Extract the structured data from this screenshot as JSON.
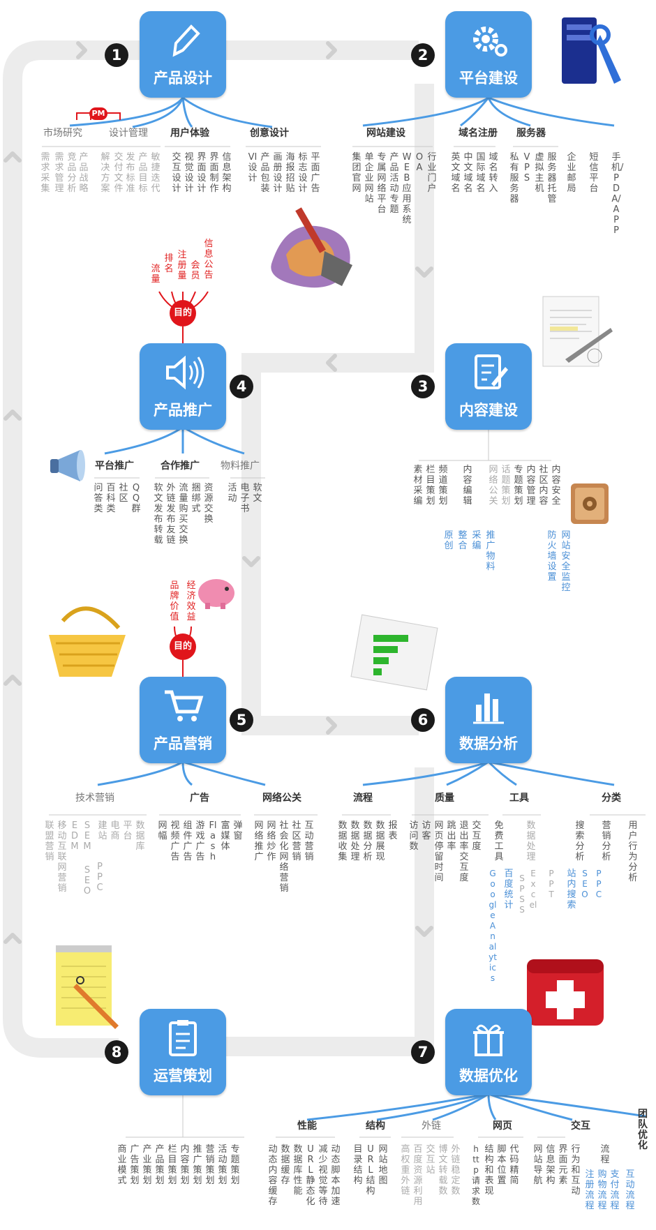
{
  "steps": [
    {
      "num": "1",
      "title": "产品设计"
    },
    {
      "num": "2",
      "title": "平台建设"
    },
    {
      "num": "3",
      "title": "内容建设"
    },
    {
      "num": "4",
      "title": "产品推广"
    },
    {
      "num": "5",
      "title": "产品营销"
    },
    {
      "num": "6",
      "title": "数据分析"
    },
    {
      "num": "7",
      "title": "数据优化"
    },
    {
      "num": "8",
      "title": "运营策划"
    }
  ],
  "goal_label": "目的",
  "pm_label": "PM",
  "s1": {
    "nodes": [
      "市场研究",
      "设计管理",
      "用户体验",
      "创意设计"
    ],
    "leaves": [
      "需求采集",
      "需求管理",
      "竞品分析",
      "产品战略",
      "解决方案",
      "交付文件",
      "发布标准",
      "产品目标",
      "敏捷迭代",
      "交互设计",
      "视觉设计",
      "界面设计",
      "界面制作",
      "信息架构",
      "VI设计",
      "产品包装",
      "画册设计",
      "海报招贴",
      "标志设计",
      "平面广告"
    ]
  },
  "s2": {
    "nodes": [
      "网站建设",
      "域名注册",
      "服务器"
    ],
    "leaves": [
      "集团官网",
      "单企业网站",
      "专属网络平台",
      "产品活动专题",
      "WEB应用系统",
      "OA",
      "行业门户",
      "英文域名",
      "中文域名",
      "国际域名",
      "域名转入",
      "私有服务器",
      "VPS",
      "虚拟主机",
      "服务器托管",
      "企业邮局",
      "短信平台",
      "手机/PDA/APP"
    ]
  },
  "s3": {
    "leaves": [
      "素材采编",
      "栏目策划",
      "频道策划",
      "内容编辑",
      "网络公关",
      "话题策划",
      "专题策划",
      "内容管理",
      "社区内容",
      "内容安全"
    ],
    "sub1": [
      "原创",
      "整合",
      "采编",
      "推广物料"
    ],
    "sub2": [
      "防火墙设置",
      "网站安全监控"
    ]
  },
  "s4": {
    "goals": [
      "流量",
      "排名",
      "注册量",
      "会员",
      "信息公告"
    ],
    "nodes": [
      "平台推广",
      "合作推广",
      "物料推广"
    ],
    "leaves": [
      "问答类",
      "百科类",
      "社区",
      "QQ群",
      "软文发布转载",
      "外链发布友链",
      "流量购买交换",
      "捆绑式",
      "资源交换",
      "活动",
      "电子书",
      "软文"
    ]
  },
  "s5": {
    "goals": [
      "品牌价值",
      "经济效益"
    ],
    "nodes": [
      "技术营销",
      "广告",
      "网络公关"
    ],
    "leaves": [
      "联盟营销",
      "移动互联网营销",
      "EDM",
      "SEM",
      "建站",
      "电商",
      "平台",
      "数据库",
      "网幅",
      "视频广告",
      "组件广告",
      "游戏广告",
      "Flash",
      "富媒体",
      "弹窗",
      "网络推广",
      "网络炒作",
      "社会化网络营销",
      "社区营销",
      "互动营销"
    ],
    "sem_sub": [
      "PPC",
      "SEO"
    ]
  },
  "s6": {
    "nodes": [
      "流程",
      "质量",
      "工具",
      "分类"
    ],
    "leaves": [
      "数据收集",
      "数据处理",
      "数据分析",
      "数据展现",
      "报表",
      "访问数",
      "访客",
      "网页停留时间",
      "跳出率",
      "退出率交互度",
      "交互度",
      "免费工具",
      "数据处理",
      "搜索分析",
      "营销分析",
      "用户行为分析"
    ],
    "tool_sub": [
      "Google Analytics",
      "百度统计",
      "Excel",
      "SPSS",
      "PPT"
    ],
    "search_sub": [
      "PPC",
      "SEO",
      "站内搜索"
    ]
  },
  "s7": {
    "nodes": [
      "性能",
      "结构",
      "外链",
      "网页",
      "交互",
      "团队优化"
    ],
    "leaves": [
      "动态内容缓存",
      "数据缓存",
      "数据库性能",
      "URL静态化",
      "减少视觉等待",
      "动态脚本加速",
      "目录结构",
      "URL结构",
      "网站地图",
      "高权重外链",
      "百度资源利用",
      "交互站",
      "博文转载数",
      "外链稳定数",
      "http请求数",
      "结构和表现",
      "脚本位置",
      "代码精简",
      "网站导航",
      "信息架构",
      "界面元素",
      "行为和互动",
      "流程"
    ],
    "flow_sub": [
      "注册流程",
      "购物流程",
      "支付流程",
      "互动流程"
    ]
  },
  "s8": {
    "leaves": [
      "商业模式",
      "广告策划",
      "产业策划",
      "产品策划",
      "栏目策划",
      "内容策划",
      "推广策划",
      "营销策划",
      "活动策划",
      "专题策划"
    ]
  }
}
